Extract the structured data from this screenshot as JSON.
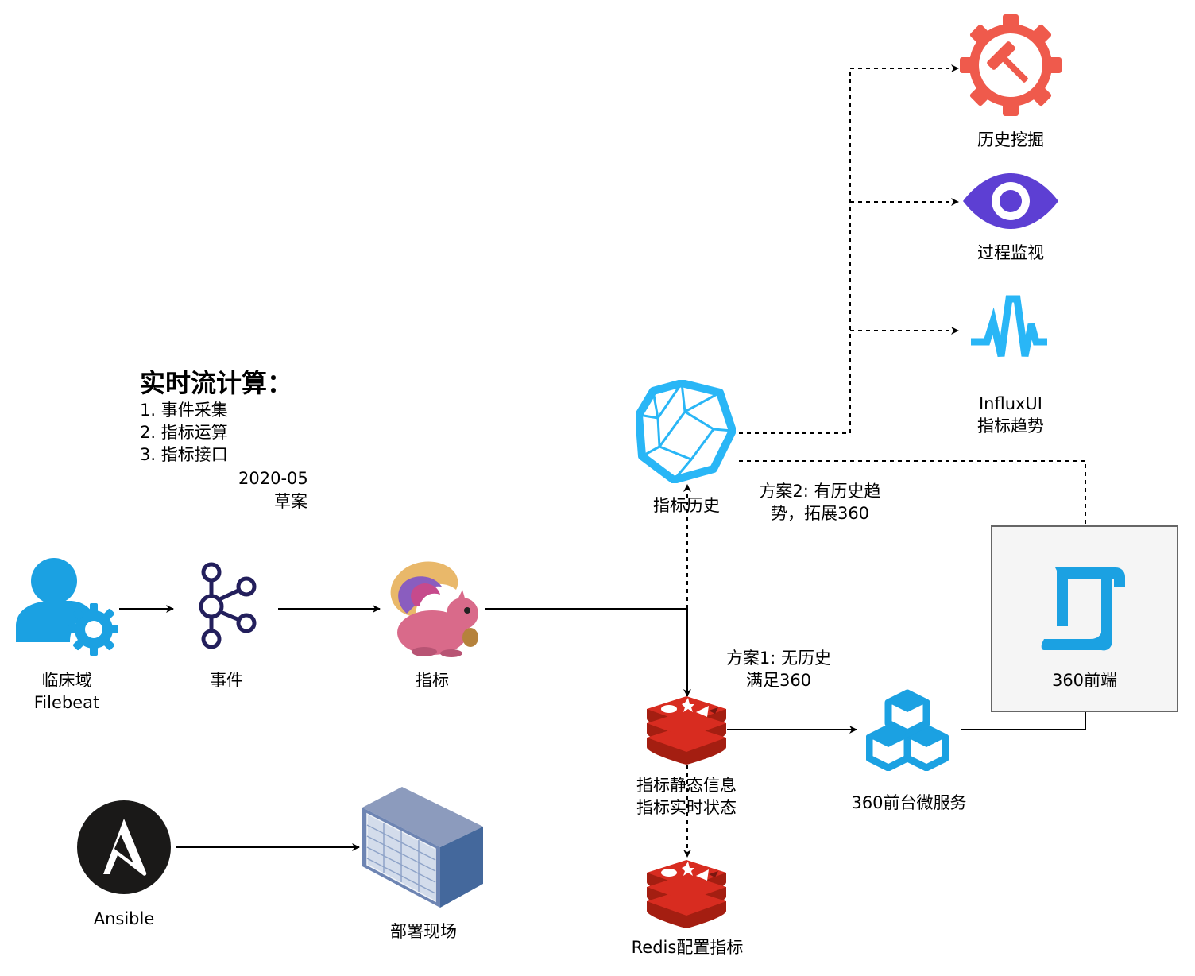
{
  "notes": {
    "title": "实时流计算：",
    "items": [
      "1. 事件采集",
      "2. 指标运算",
      "3. 指标接口"
    ],
    "date": "2020-05",
    "status": "草案"
  },
  "nodes": {
    "filebeat": {
      "line1": "临床域",
      "line2": "Filebeat",
      "icon": "user-settings-icon"
    },
    "kafka": {
      "label": "事件",
      "icon": "kafka-icon"
    },
    "flink": {
      "label": "指标",
      "icon": "flink-squirrel-icon"
    },
    "history": {
      "label": "指标历史",
      "icon": "influxdb-icon"
    },
    "redis_state": {
      "line1": "指标静态信息",
      "line2": "指标实时状态",
      "icon": "redis-icon"
    },
    "redis_config": {
      "label": "Redis配置指标",
      "icon": "redis-icon"
    },
    "microservice": {
      "label": "360前台微服务",
      "icon": "cubes-icon"
    },
    "frontend": {
      "label": "360前端",
      "icon": "frontend-icon"
    },
    "mining": {
      "label": "历史挖掘",
      "icon": "gear-hammer-icon"
    },
    "monitor": {
      "label": "过程监视",
      "icon": "eye-icon"
    },
    "influxui": {
      "line1": "InfluxUI",
      "line2": "指标趋势",
      "icon": "pulse-icon"
    },
    "ansible": {
      "label": "Ansible",
      "icon": "ansible-icon"
    },
    "deploy": {
      "label": "部署现场",
      "icon": "server-rack-icon"
    }
  },
  "annotations": {
    "plan1": {
      "line1": "方案1: 无历史",
      "line2": "满足360"
    },
    "plan2": {
      "line1": "方案2: 有历史趋",
      "line2": "势，拓展360"
    }
  },
  "colors": {
    "accent_blue": "#1ba1e2",
    "kafka": "#231f5c",
    "redis": "#d82c20",
    "mining": "#ef5a4c",
    "monitor": "#5d3fd3",
    "influx": "#29b6f6"
  }
}
